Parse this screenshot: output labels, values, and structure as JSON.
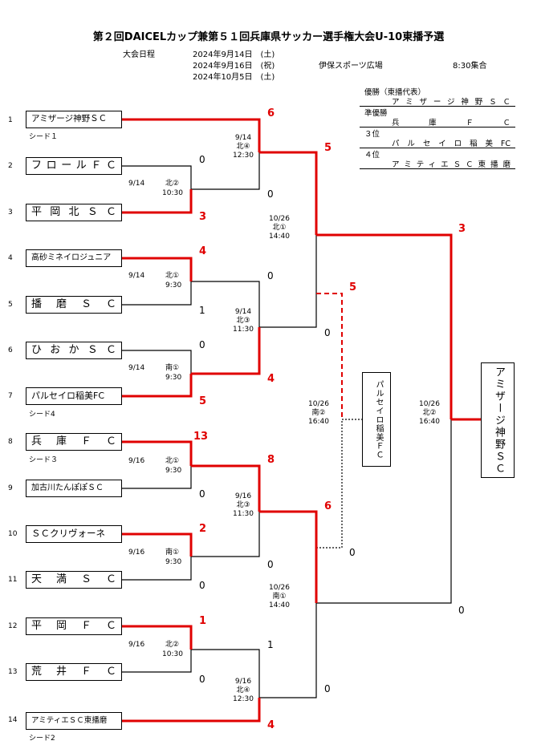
{
  "title": "第２回DAICELカップ兼第５１回兵庫県サッカー選手権大会U-10東播予選",
  "schedule": {
    "label": "大会日程",
    "date1": "2024年9月14日　(土)",
    "date2": "2024年9月16日　(祝)",
    "date3": "2024年10月5日　(土)",
    "venue": "伊保スポーツ広場",
    "meet": "8:30集合"
  },
  "rankings": [
    {
      "label": "優勝（東播代表）",
      "value": "アミザージ神野ＳＣ"
    },
    {
      "label": "準優勝",
      "value": "兵庫ＦＣ"
    },
    {
      "label": "３位",
      "value": "パルセイロ稲美FC"
    },
    {
      "label": "４位",
      "value": "アミティエＳＣ東播磨"
    }
  ],
  "teams": [
    {
      "no": "1",
      "name": "アミザージ神野ＳＣ",
      "seed": "シード１"
    },
    {
      "no": "2",
      "name": "フロールＦＣ",
      "seed": ""
    },
    {
      "no": "3",
      "name": "平岡北ＳＣ",
      "seed": ""
    },
    {
      "no": "4",
      "name": "高砂ミネイロジュニア",
      "seed": ""
    },
    {
      "no": "5",
      "name": "播磨ＳＣ",
      "seed": ""
    },
    {
      "no": "6",
      "name": "ひおかＳＣ",
      "seed": ""
    },
    {
      "no": "7",
      "name": "パルセイロ稲美FC",
      "seed": "シード4"
    },
    {
      "no": "8",
      "name": "兵庫ＦＣ",
      "seed": "シード３"
    },
    {
      "no": "9",
      "name": "加古川たんぽぽＳＣ",
      "seed": ""
    },
    {
      "no": "10",
      "name": "ＳＣクリヴォーネ",
      "seed": ""
    },
    {
      "no": "11",
      "name": "天満ＳＣ",
      "seed": ""
    },
    {
      "no": "12",
      "name": "平岡ＦＣ",
      "seed": ""
    },
    {
      "no": "13",
      "name": "荒井ＦＣ",
      "seed": ""
    },
    {
      "no": "14",
      "name": "アミティエＳＣ東播磨",
      "seed": "シード2"
    }
  ],
  "matches": {
    "r1_a": {
      "date": "9/14",
      "venue": "北②",
      "time": "10:30"
    },
    "r1_b": {
      "date": "9/14",
      "venue": "北①",
      "time": "9:30"
    },
    "r1_c": {
      "date": "9/14",
      "venue": "南①",
      "time": "9:30"
    },
    "r1_d": {
      "date": "9/16",
      "venue": "北①",
      "time": "9:30"
    },
    "r1_e": {
      "date": "9/16",
      "venue": "南①",
      "time": "9:30"
    },
    "r1_f": {
      "date": "9/16",
      "venue": "北②",
      "time": "10:30"
    },
    "qf_a": {
      "date": "9/14",
      "venue": "北④",
      "time": "12:30"
    },
    "qf_b": {
      "date": "9/14",
      "venue": "北③",
      "time": "11:30"
    },
    "qf_c": {
      "date": "9/16",
      "venue": "北③",
      "time": "11:30"
    },
    "qf_d": {
      "date": "9/16",
      "venue": "北④",
      "time": "12:30"
    },
    "sf_a": {
      "date": "10/26",
      "venue": "北①",
      "time": "14:40"
    },
    "sf_b": {
      "date": "10/26",
      "venue": "南①",
      "time": "14:40"
    },
    "third": {
      "date": "10/26",
      "venue": "南②",
      "time": "16:40"
    },
    "final": {
      "date": "10/26",
      "venue": "北②",
      "time": "16:40"
    }
  },
  "scores": {
    "t1": "6",
    "t2": "0",
    "t3": "3",
    "qfA_bottom": "0",
    "t4": "4",
    "t5": "1",
    "t6": "0",
    "t7": "5",
    "qfB_top": "0",
    "qfB_bottom": "4",
    "t8": "13",
    "t9": "0",
    "t10": "2",
    "t11": "0",
    "qfC_top": "8",
    "qfC_bottom": "0",
    "t12": "1",
    "t13": "0",
    "qfD_top": "1",
    "t14": "4",
    "sfA_top": "5",
    "sfA_bottom": "0",
    "sfB_top": "6",
    "sfB_bottom": "0",
    "third_top": "5",
    "third_bottom": "0",
    "final_top": "3",
    "final_bottom": "0"
  },
  "third_place_winner": "パルセイロ稲美ＦＣ",
  "champion": "アミザージ神野ＳＣ",
  "colors": {
    "win": "#e00000",
    "line": "#000000"
  }
}
